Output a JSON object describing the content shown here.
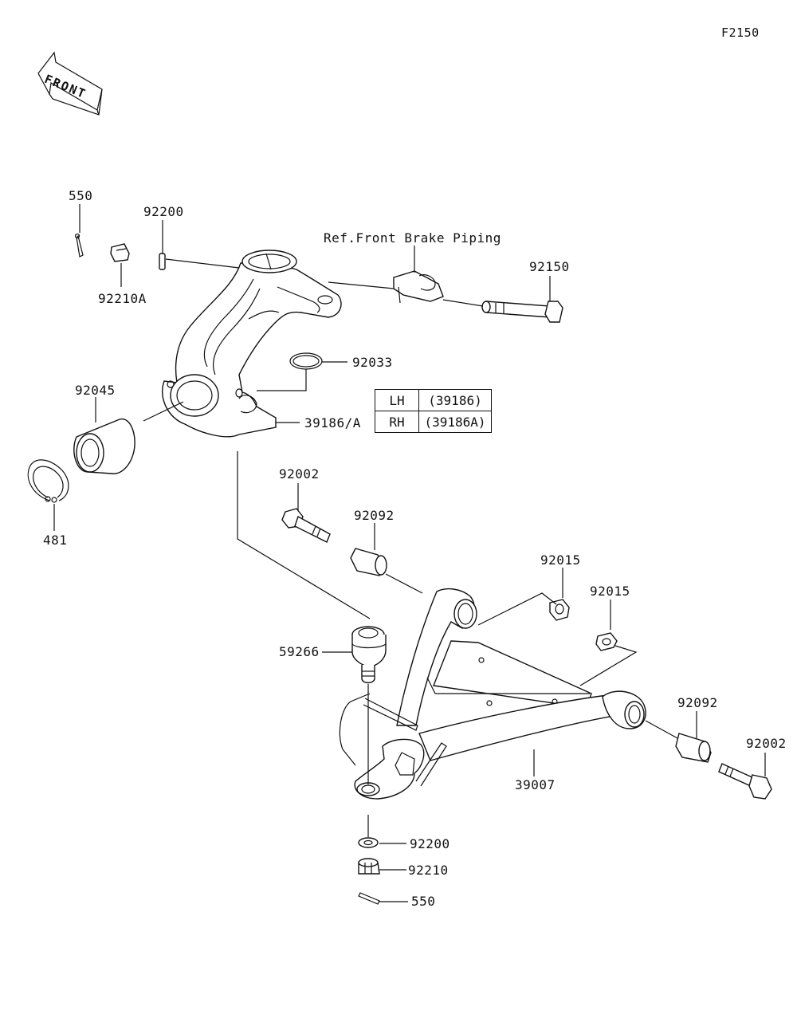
{
  "figure_code": "F2150",
  "front_arrow_label": "FRONT",
  "reference_note": "Ref.Front Brake Piping",
  "side_table": [
    {
      "side": "LH",
      "code": "(39186)"
    },
    {
      "side": "RH",
      "code": "(39186A)"
    }
  ],
  "part_labels": {
    "cotter_pin_top": "550",
    "washer_top": "92200",
    "nut_top": "92210A",
    "bolt_knuckle": "92150",
    "circlip": "92033",
    "bearing": "92045",
    "retaining_ring": "481",
    "knuckle": "39186/A",
    "bolt_arm_front": "92002",
    "bushing_front": "92092",
    "nut_arm_1": "92015",
    "nut_arm_2": "92015",
    "ball_joint": "59266",
    "bushing_rear": "92092",
    "bolt_arm_rear": "92002",
    "lower_arm": "39007",
    "washer_bottom": "92200",
    "nut_bottom": "92210",
    "cotter_pin_bottom": "550"
  }
}
